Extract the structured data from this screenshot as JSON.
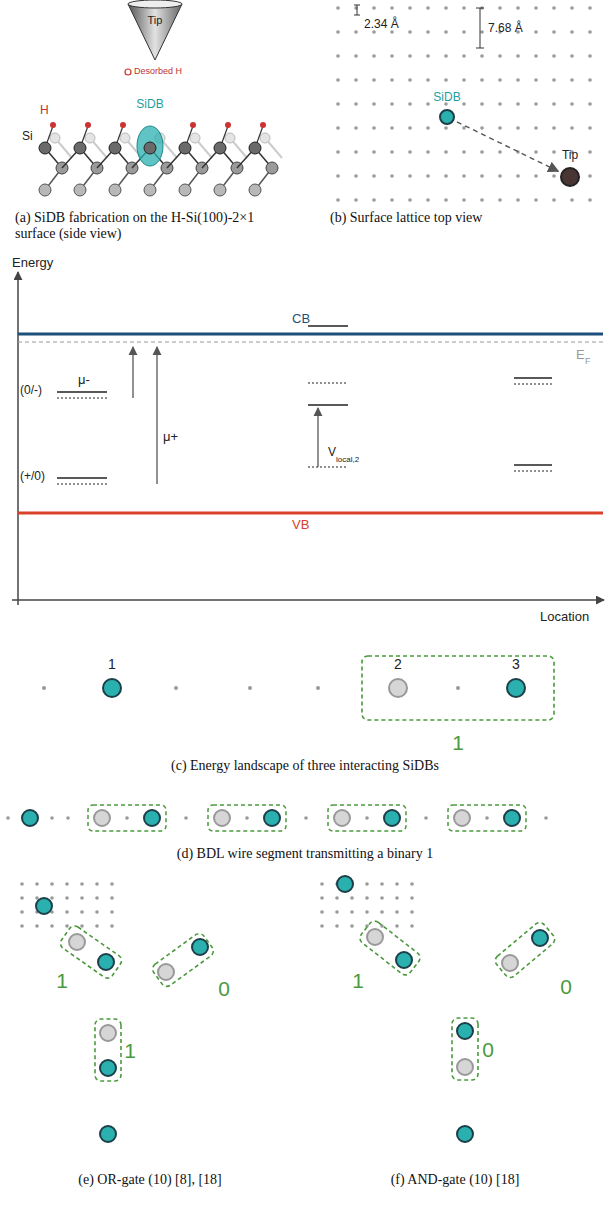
{
  "diagram": {
    "nodes": [
      {
        "text": [
          "SiDB"
        ]
      },
      {
        "text": [
          "Tip"
        ]
      },
      {
        "text": [
          "1"
        ]
      },
      {
        "text": [
          "1"
        ]
      },
      {
        "text": [
          "0"
        ]
      },
      {
        "text": [
          "1"
        ]
      },
      {
        "text": [
          "1"
        ]
      },
      {
        "text": [
          "0"
        ]
      },
      {
        "text": [
          "0"
        ]
      }
    ],
    "edges": [
      {
        "from": 0,
        "to": 1,
        "arrow": "to"
      }
    ],
    "labels": [
      "Tip",
      "Desorbed H",
      "H",
      "Si",
      "SiDB",
      "(a) SiDB fabrication on the H-Si(100)-2×1 surface (side view)",
      "2.34 Å",
      "7.68 Å",
      "(b) Surface lattice top view",
      "Energy",
      "CB",
      "(0/-)",
      "μ-",
      "(+/0)",
      "μ+",
      "E",
      "F",
      "V",
      "local,2",
      "VB",
      "Location",
      "1",
      "2",
      "3",
      "(c) Energy landscape of three interacting SiDBs",
      "(d) BDL wire segment transmitting a binary 1",
      "(e) OR-gate (10) [8], [18]",
      "(f) AND-gate (10) [18]"
    ]
  }
}
